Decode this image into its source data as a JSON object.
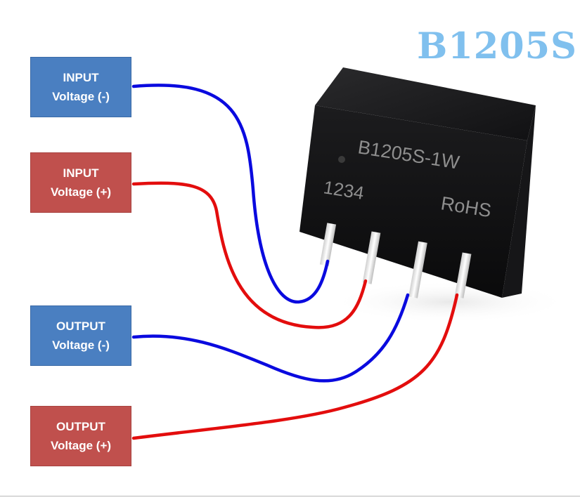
{
  "title": "B1205S",
  "chip": {
    "model": "B1205S-1W",
    "code": "1234",
    "compliance": "RoHS"
  },
  "pins": [
    {
      "line1": "INPUT",
      "line2": "Voltage (-)",
      "polarity": "negative"
    },
    {
      "line1": "INPUT",
      "line2": "Voltage (+)",
      "polarity": "positive"
    },
    {
      "line1": "OUTPUT",
      "line2": "Voltage (-)",
      "polarity": "negative"
    },
    {
      "line1": "OUTPUT",
      "line2": "Voltage (+)",
      "polarity": "positive"
    }
  ],
  "colors": {
    "negative_wire": "#0a0adf",
    "positive_wire": "#e30d0d",
    "negative_box": "#4a7fc1",
    "positive_box": "#c0504d",
    "title": "#80c0ee",
    "chip_body": "#0f0f10"
  }
}
